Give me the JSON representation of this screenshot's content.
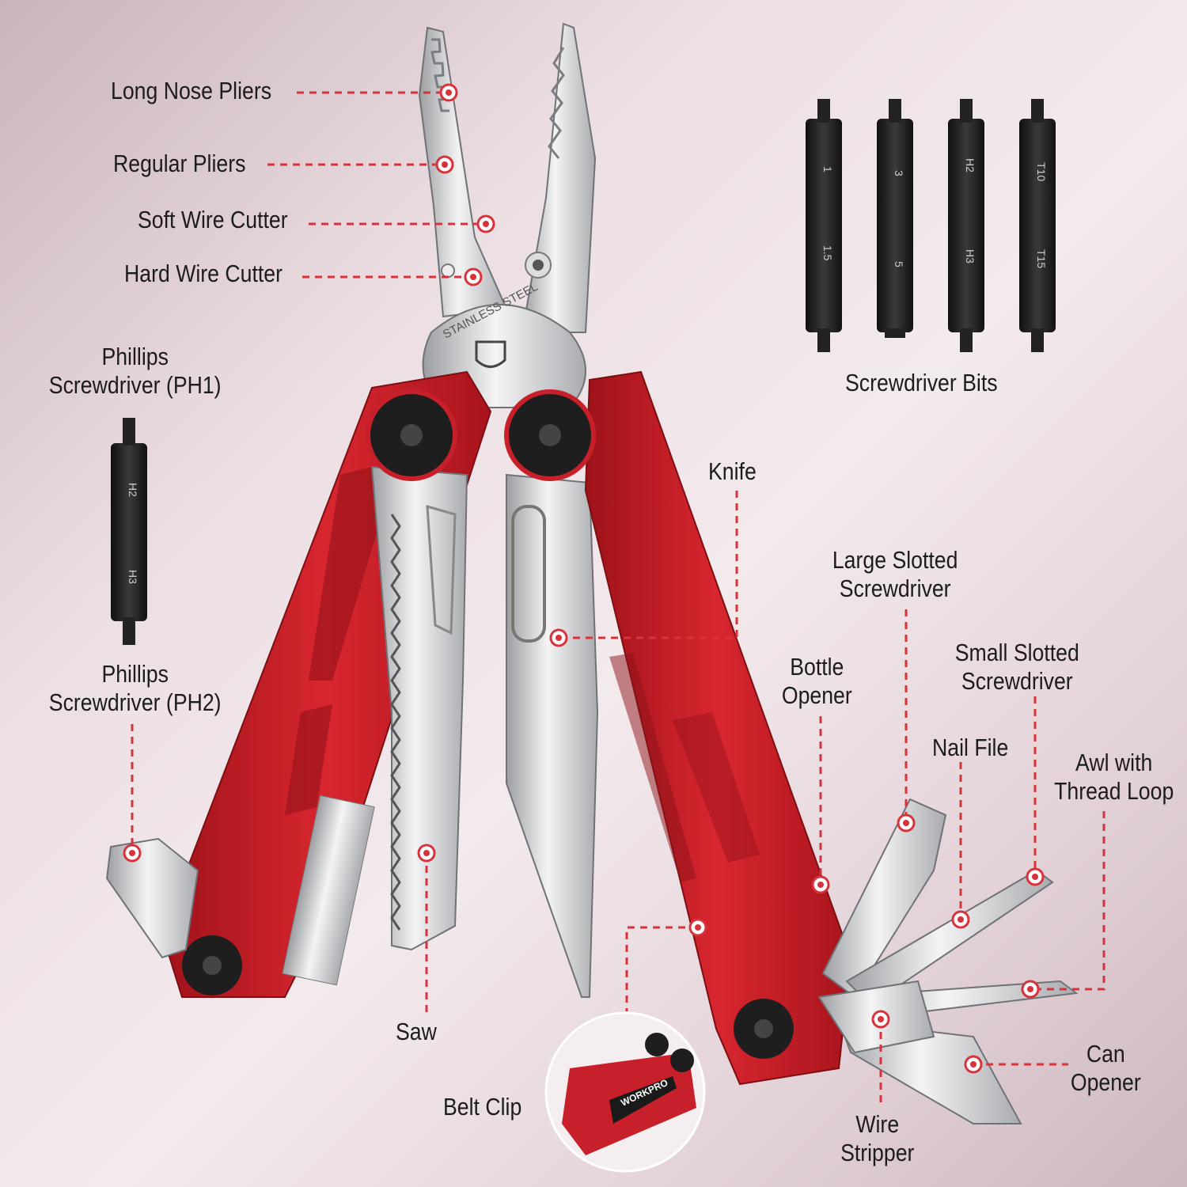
{
  "labels": {
    "long_nose_pliers": "Long Nose Pliers",
    "regular_pliers": "Regular Pliers",
    "soft_wire_cutter": "Soft Wire Cutter",
    "hard_wire_cutter": "Hard Wire Cutter",
    "phillips_ph1_line1": "Phillips",
    "phillips_ph1_line2": "Screwdriver (PH1)",
    "phillips_ph2_line1": "Phillips",
    "phillips_ph2_line2": "Screwdriver (PH2)",
    "screwdriver_bits": "Screwdriver Bits",
    "knife": "Knife",
    "large_slotted_line1": "Large Slotted",
    "large_slotted_line2": "Screwdriver",
    "small_slotted_line1": "Small Slotted",
    "small_slotted_line2": "Screwdriver",
    "bottle_opener_line1": "Bottle",
    "bottle_opener_line2": "Opener",
    "nail_file": "Nail File",
    "awl_line1": "Awl with",
    "awl_line2": "Thread Loop",
    "saw": "Saw",
    "belt_clip": "Belt Clip",
    "wire_stripper_line1": "Wire",
    "wire_stripper_line2": "Stripper",
    "can_opener_line1": "Can",
    "can_opener_line2": "Opener"
  },
  "bits": {
    "bit1_top": "1",
    "bit1_bottom": "1.5",
    "bit2_top": "3",
    "bit2_bottom": "5",
    "bit3_top": "H2",
    "bit3_bottom": "H3",
    "bit4_top": "T10",
    "bit4_bottom": "T15",
    "side_bit_top": "H2",
    "side_bit_bottom": "H3"
  },
  "tool_marks": {
    "stainless_steel": "STAINLESS STEEL",
    "brand": "WORKPRO"
  },
  "colors": {
    "handle_red": "#c8202a",
    "leader_red": "#d8323a",
    "steel": "#d9dadc",
    "bit_black": "#1f1f1f"
  }
}
